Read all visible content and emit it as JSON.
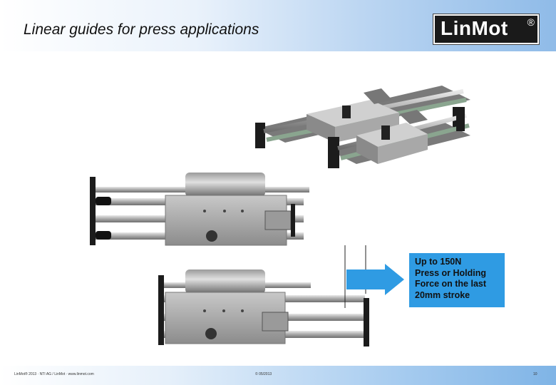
{
  "header": {
    "title": "Linear guides for press applications",
    "logo_text": "LinMot",
    "logo_reg": "®"
  },
  "callout": {
    "lines": [
      "Up to 150N",
      "Press or Holding",
      "Force on the last",
      "20mm stroke"
    ],
    "box_color": "#2f9be3",
    "arrow_color": "#2f9be3"
  },
  "footer": {
    "left": "LinMot® 2013 · NTI AG / LinMot · www.linmot.com",
    "mid": "© 05/2013",
    "page": "10"
  },
  "icons": [
    "linear-guide-photo-top",
    "linear-guide-photo-middle",
    "linear-guide-photo-bottom",
    "right-arrow-icon"
  ]
}
